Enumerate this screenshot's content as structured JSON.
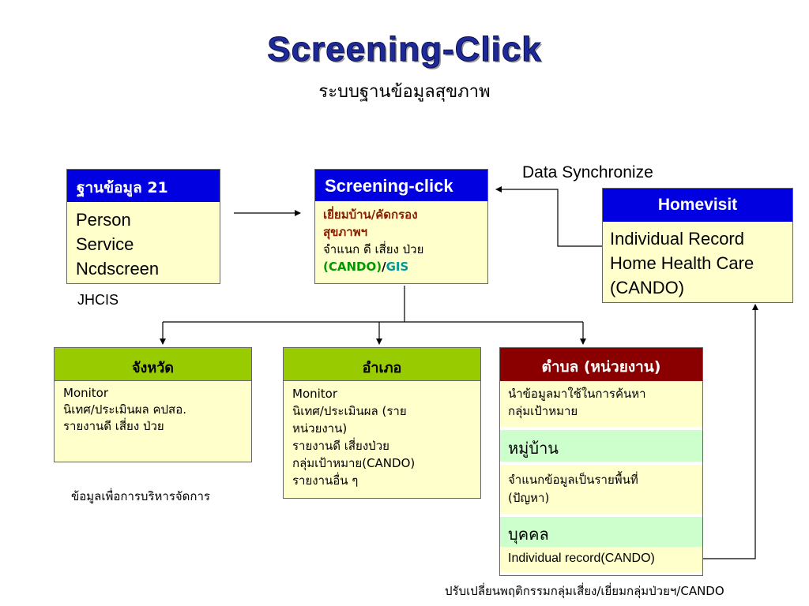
{
  "title": "Screening-Click",
  "subtitle": "ระบบฐานข้อมูลสุขภาพ",
  "data_sync_label": "Data Synchronize",
  "db21": {
    "header": "ฐานข้อมูล 21",
    "lines": [
      "Person",
      "Service",
      "Ncdscreen"
    ],
    "caption": "JHCIS"
  },
  "screening": {
    "header": "Screening-click",
    "line1": "เยี่ยมบ้าน/คัดกรอง",
    "line2": "สุขภาพฯ",
    "line3": "จำแนก ดี เสี่ยง ป่วย",
    "cando": "(CANDO)",
    "slash": "/",
    "gis": "GIS"
  },
  "homevisit": {
    "header": "Homevisit",
    "lines": [
      "Individual Record",
      "Home Health Care",
      "(CANDO)"
    ]
  },
  "province": {
    "header": "จังหวัด",
    "lines": [
      "Monitor",
      "นิเทศ/ประเมินผล คปสอ.",
      "รายงานดี เสี่ยง ป่วย"
    ],
    "caption": "ข้อมูลเพื่อการบริหารจัดการ"
  },
  "district": {
    "header": "อำเภอ",
    "lines": [
      "Monitor",
      "นิเทศ/ประเมินผล (ราย",
      "หน่วยงาน)",
      "รายงานดี เสี่ยงป่วย",
      "กลุ่มเป้าหมาย(CANDO)",
      "รายงานอื่น ๆ"
    ]
  },
  "subdistrict": {
    "header": "ตำบล (หน่วยงาน)",
    "use_lines": [
      "นำข้อมูลมาใช้ในการค้นหา",
      "กลุ่มเป้าหมาย"
    ],
    "village_header": "หมู่บ้าน",
    "classify_lines": [
      "จำแนกข้อมูลเป็นรายพื้นที่",
      "(ปัญหา)"
    ],
    "person_header": "บุคคล",
    "individual_record": "Individual record(CANDO)"
  },
  "bottom_caption": "ปรับเปลี่ยนพฤติกรรมกลุ่มเสี่ยง/เยี่ยมกลุ่มป่วยฯ/CANDO",
  "colors": {
    "title": "#1f2a99",
    "box_fill": "#ffffcc",
    "header_blue": "#0000e0",
    "header_green": "#99cc00",
    "header_red": "#8a0000",
    "mint": "#ccffcc",
    "cando_green": "#009900",
    "gis_teal": "#009999"
  }
}
